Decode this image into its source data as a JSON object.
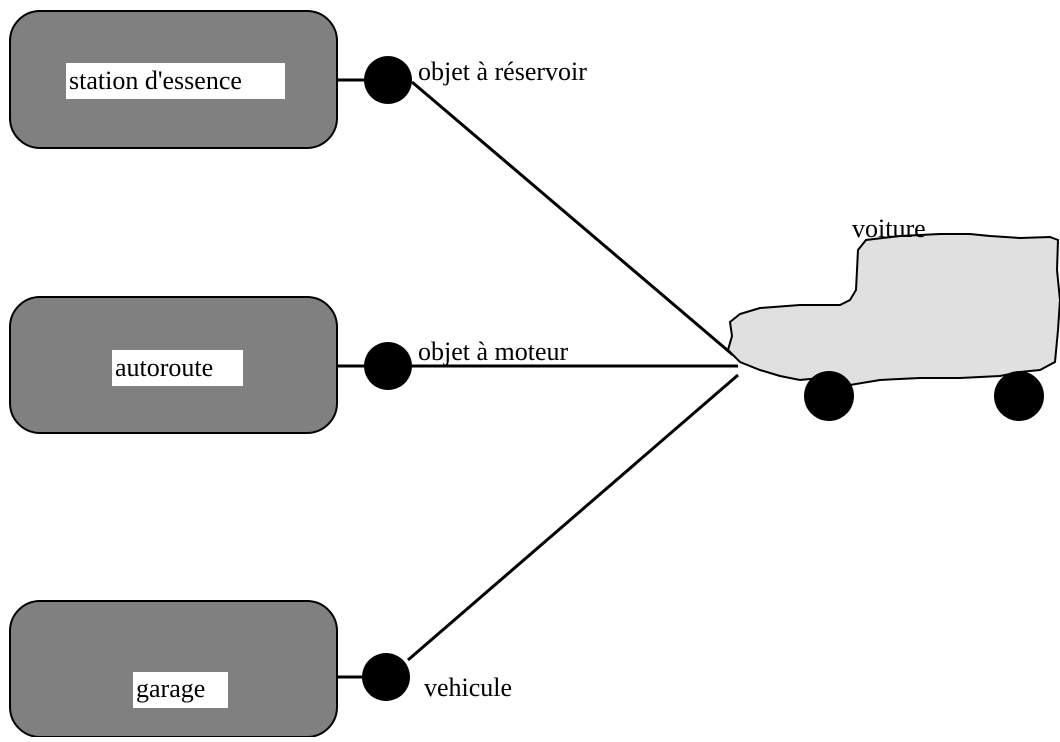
{
  "colors": {
    "box_fill": "#808080",
    "label_bg": "#ffffff",
    "connector": "#000000",
    "car_fill": "#e0e0e0"
  },
  "boxes": [
    {
      "label": "station d'essence",
      "interface": "objet à réservoir"
    },
    {
      "label": "autoroute",
      "interface": "objet à moteur"
    },
    {
      "label": "garage",
      "interface": "vehicule"
    }
  ],
  "car": {
    "label": "voiture"
  }
}
